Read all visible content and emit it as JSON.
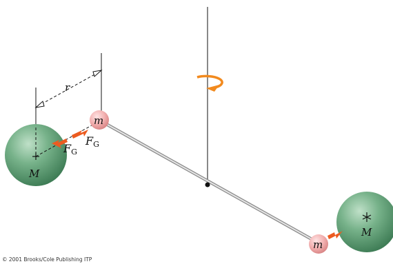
{
  "labels": {
    "distance": "r",
    "small_mass_left": "m",
    "small_mass_right": "m",
    "large_mass_left": "M",
    "large_mass_right": "M",
    "force_upper": "F",
    "force_upper_sub": "G",
    "force_lower": "F",
    "force_lower_sub": "G"
  },
  "copyright": "© 2001 Brooks/Cole Publishing ITP",
  "colors": {
    "large_sphere": "#5e9e76",
    "small_sphere": "#f0a8a8",
    "force_arrow": "#ec5b20",
    "rotation_arrow": "#f28a1e",
    "rod": "#999999",
    "line": "#111111"
  }
}
